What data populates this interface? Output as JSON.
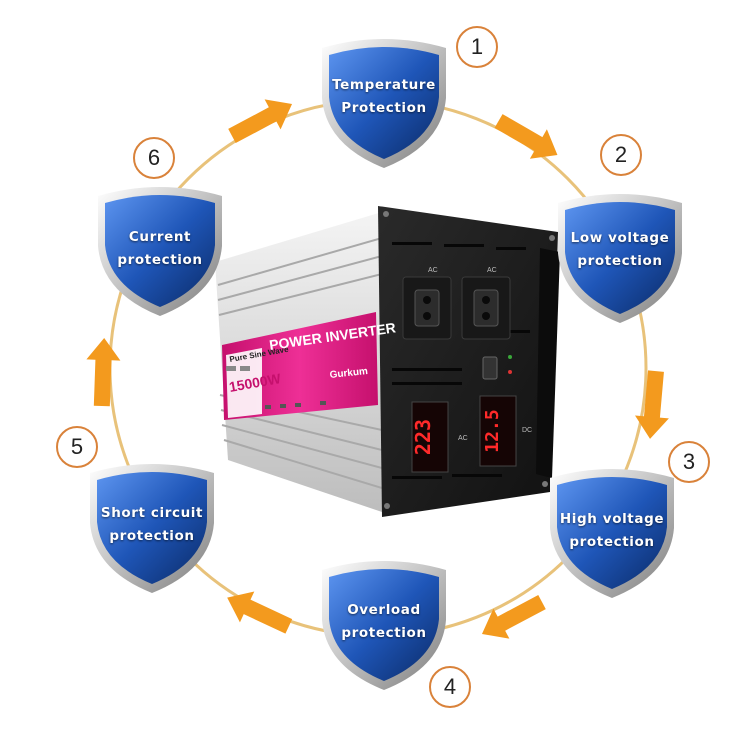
{
  "features": [
    {
      "number": "1",
      "line1": "Temperature",
      "line2": "Protection"
    },
    {
      "number": "2",
      "line1": "Low voltage",
      "line2": "protection"
    },
    {
      "number": "3",
      "line1": "High voltage",
      "line2": "protection"
    },
    {
      "number": "4",
      "line1": "Overload",
      "line2": "protection"
    },
    {
      "number": "5",
      "line1": "Short circuit",
      "line2": "protection"
    },
    {
      "number": "6",
      "line1": "Current",
      "line2": "protection"
    }
  ],
  "inverter": {
    "wave_label": "Pure Sine Wave",
    "power_rating": "15000W",
    "product_name": "POWER INVERTER",
    "brand": "Gurkum",
    "socket_label": "AC",
    "display_left": "223",
    "display_right": "12.5",
    "display_left_unit": "AC",
    "display_right_unit": "DC"
  },
  "colors": {
    "shield_blue": "#1f56b8",
    "arrow_orange": "#f39a1e",
    "ring": "#e8c27a",
    "label_magenta": "#e0127e"
  }
}
